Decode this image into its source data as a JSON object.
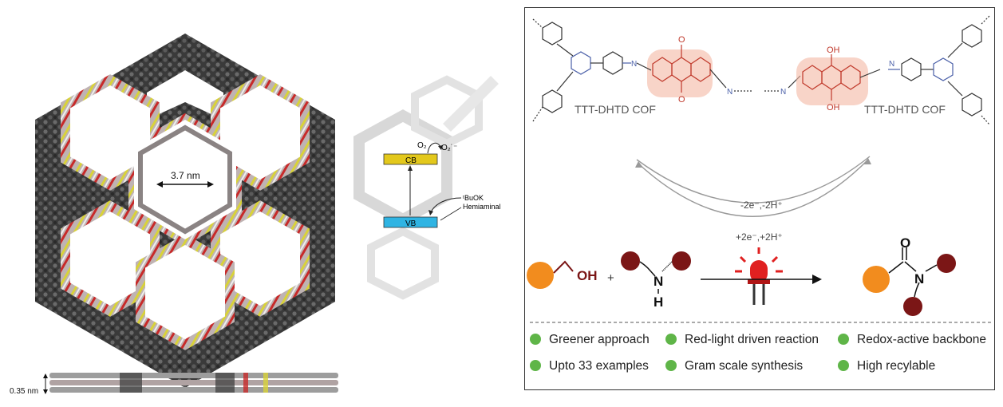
{
  "framework": {
    "pore_diameter": "3.7 nm",
    "interlayer_distance": "0.35 nm"
  },
  "band_diagram": {
    "cb_label": "CB",
    "vb_label": "VB",
    "o2": "O₂",
    "o2_radical": "O₂˙⁻",
    "tbuok": "ᵗBuOK",
    "hemiaminal": "Hemiaminal",
    "colors": {
      "cb": "#e3c81c",
      "vb": "#2fb4e3"
    }
  },
  "panel": {
    "cof_left": "TTT-DHTD COF",
    "cof_right": "TTT-DHTD COF",
    "oxidation": "-2e⁻,-2H⁺",
    "reduction": "+2e⁻,+2H⁺",
    "reaction": {
      "oh": "OH",
      "plus": "+",
      "n": "N",
      "h": "H",
      "o": "O"
    },
    "features": [
      "Greener approach",
      "Red-light driven reaction",
      "Redox-active backbone",
      "Upto 33 examples",
      "Gram scale synthesis",
      "High recylable"
    ],
    "colors": {
      "orange": "#f28c1e",
      "maroon": "#7b1616",
      "red_led": "#e02020",
      "highlight": "#f4b8a4",
      "bullet": "#5fb548"
    }
  }
}
